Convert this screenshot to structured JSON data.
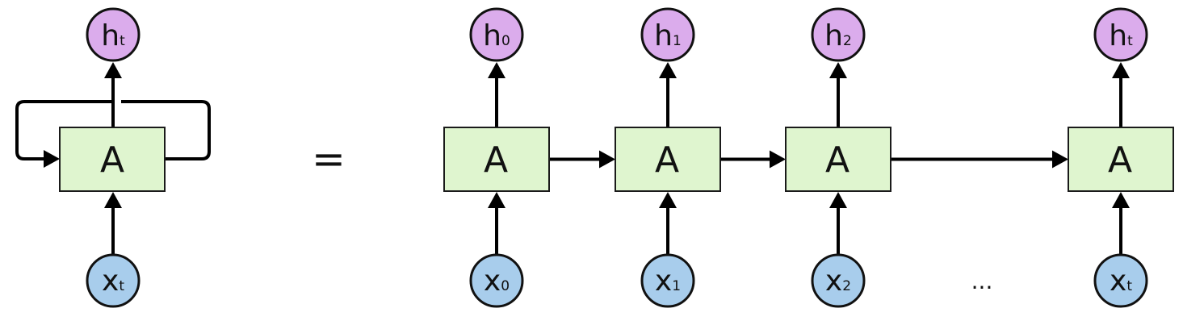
{
  "colors": {
    "cell_fill": "#dff5cf",
    "output_fill": "#dbacec",
    "input_fill": "#a8cdec",
    "line": "#000000"
  },
  "rolled": {
    "cell_label": "A",
    "output": {
      "main": "h",
      "sub": "t"
    },
    "input": {
      "main": "x",
      "sub": "t"
    }
  },
  "equals_symbol": "=",
  "ellipsis": "...",
  "unrolled_steps": [
    {
      "cell_label": "A",
      "output": {
        "main": "h",
        "sub": "0"
      },
      "input": {
        "main": "x",
        "sub": "0"
      }
    },
    {
      "cell_label": "A",
      "output": {
        "main": "h",
        "sub": "1"
      },
      "input": {
        "main": "x",
        "sub": "1"
      }
    },
    {
      "cell_label": "A",
      "output": {
        "main": "h",
        "sub": "2"
      },
      "input": {
        "main": "x",
        "sub": "2"
      }
    },
    {
      "cell_label": "A",
      "output": {
        "main": "h",
        "sub": "t"
      },
      "input": {
        "main": "x",
        "sub": "t"
      }
    }
  ]
}
